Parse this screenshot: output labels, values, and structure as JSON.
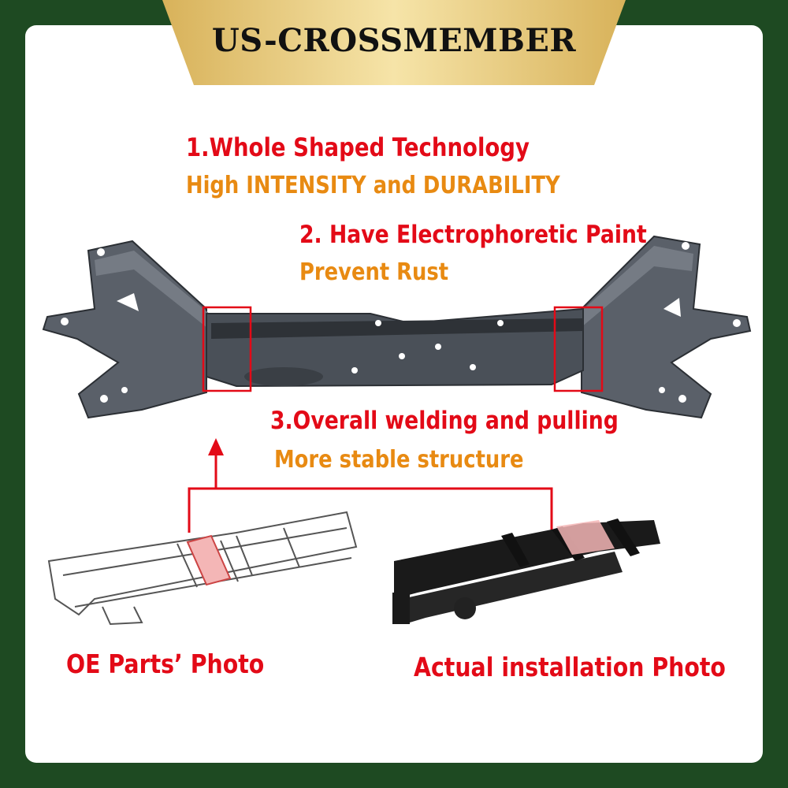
{
  "banner": {
    "title": "US-CROSSMEMBER",
    "colors": {
      "gold_light": "#f6e4a8",
      "gold_dark": "#d8b25a"
    }
  },
  "features": [
    {
      "title": "1.Whole Shaped Technology",
      "subtitle": "High INTENSITY and DURABILITY"
    },
    {
      "title": "2. Have Electrophoretic Paint",
      "subtitle": "Prevent Rust"
    },
    {
      "title": "3.Overall welding and pulling",
      "subtitle": "More stable structure"
    }
  ],
  "photos": {
    "left_caption": "OE Parts’ Photo",
    "right_caption": "Actual installation Photo"
  },
  "colors": {
    "background": "#1e4a22",
    "card": "#ffffff",
    "title_red": "#e30a17",
    "subtitle_orange": "#e88a12",
    "part_gray": "#4a5058"
  },
  "icons": {
    "crossmember": "crossmember-part-image",
    "oe_frame": "oe-frame-drawing",
    "installed_frame": "installed-frame-photo"
  }
}
